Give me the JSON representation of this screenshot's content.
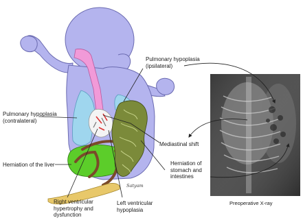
{
  "labels": {
    "pulmonary_hypoplasia_ipsilateral": "Pulmonary hypoplasia\n(ipsilateral)",
    "pulmonary_hypoplasia_contralateral": "Pulmonary hypoplasia\n(contralateral)",
    "mediastinal_shift": "Mediastinal shift",
    "herniation_of_liver": "Herniation of the liver",
    "herniation_stomach_intestines": "Herniation of\nstomach and\nintestines",
    "right_ventricular": "Right ventricular\nhypertrophy and\ndysfunction",
    "left_ventricular": "Left ventricular\nhypoplasia",
    "signature": "Satyam",
    "xray_caption": "Preoperative X-ray"
  },
  "colors": {
    "body": "#b4b4ee",
    "body_outline": "#6a6ab0",
    "lung": "#9fd6ee",
    "airway": "#f19ad8",
    "liver": "#5ccd2a",
    "intestine": "#7b8a3a",
    "bowel_tube": "#e8c86a",
    "heart": "#e8e8e8"
  }
}
